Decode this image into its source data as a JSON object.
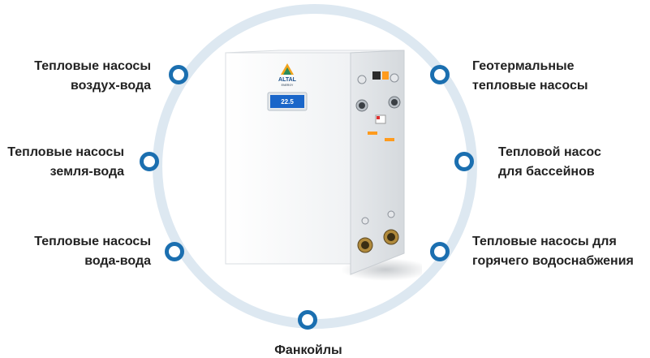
{
  "product": {
    "brand": "ALTAL",
    "brand_sub": "ENERGY",
    "screen_readout": "22.5"
  },
  "labels": {
    "air_water": [
      "Тепловые насосы",
      "воздух-вода"
    ],
    "ground_water": [
      "Тепловые насосы",
      "земля-вода"
    ],
    "water_water": [
      "Тепловые насосы",
      "вода-вода"
    ],
    "fancoils": [
      "Фанкойлы"
    ],
    "geothermal": [
      "Геотермальные",
      "тепловые насосы"
    ],
    "pool": [
      "Тепловой насос",
      "для бассейнов"
    ],
    "hot_water": [
      "Тепловые насосы для",
      "горячего водоснабжения"
    ]
  },
  "colors": {
    "ring": "#dde8f1",
    "marker": "#1b6fb0",
    "text": "#222222"
  }
}
